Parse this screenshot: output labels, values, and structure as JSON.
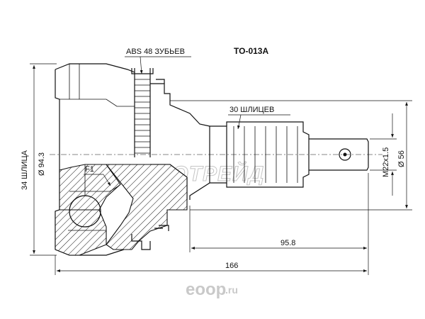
{
  "part_number": "TO-013A",
  "labels": {
    "abs_teeth": "ABS 48 ЗУБЬЕВ",
    "spline_outer": "30 ШЛИЦЕВ",
    "spline_inner": "34 ШЛИЦА",
    "f1": "F1",
    "thread": "M22x1.5",
    "diameter_bell": "Ø 94.3",
    "diameter_seal": "Ø 56",
    "len_shaft": "95.8",
    "len_total": "166"
  },
  "watermark": "АВТОТРЕЙД",
  "logo": {
    "name": "eoop",
    "suffix": ".ru",
    "accent": "#c9c9c9"
  },
  "colors": {
    "line": "#111111",
    "background": "#ffffff"
  }
}
